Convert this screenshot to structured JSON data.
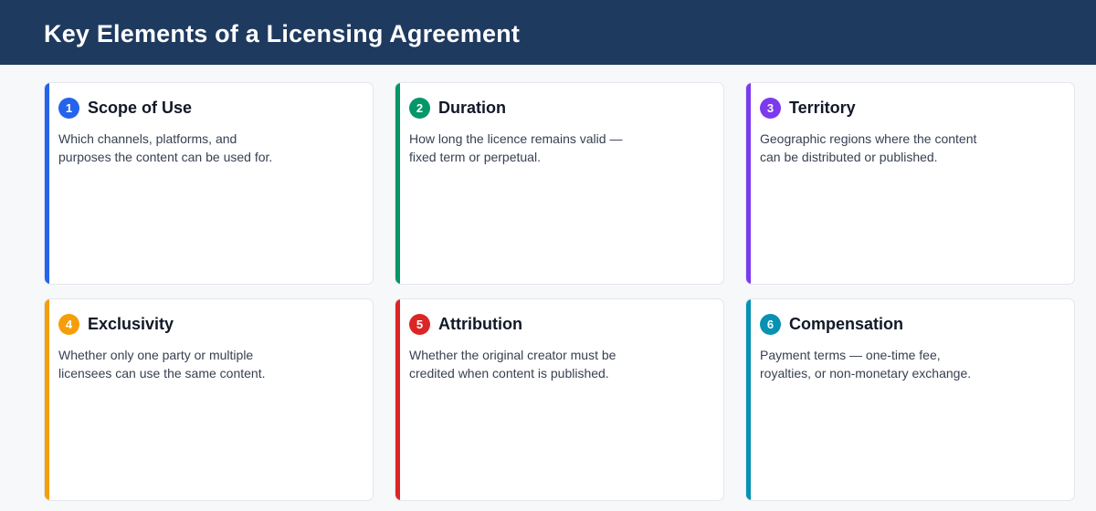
{
  "header": {
    "title": "Key Elements of a Licensing Agreement"
  },
  "cards": [
    {
      "number": "1",
      "title": "Scope of Use",
      "description": "Which channels, platforms, and purposes the content can be used for.",
      "color": "#2563eb"
    },
    {
      "number": "2",
      "title": "Duration",
      "description": "How long the licence remains valid — fixed term or perpetual.",
      "color": "#059669"
    },
    {
      "number": "3",
      "title": "Territory",
      "description": "Geographic regions where the content can be distributed or published.",
      "color": "#7c3aed"
    },
    {
      "number": "4",
      "title": "Exclusivity",
      "description": "Whether only one party or multiple licensees can use the same content.",
      "color": "#f59e0b"
    },
    {
      "number": "5",
      "title": "Attribution",
      "description": "Whether the original creator must be credited when content is published.",
      "color": "#dc2626"
    },
    {
      "number": "6",
      "title": "Compensation",
      "description": "Payment terms — one-time fee, royalties, or non-monetary exchange.",
      "color": "#0891b2"
    }
  ]
}
